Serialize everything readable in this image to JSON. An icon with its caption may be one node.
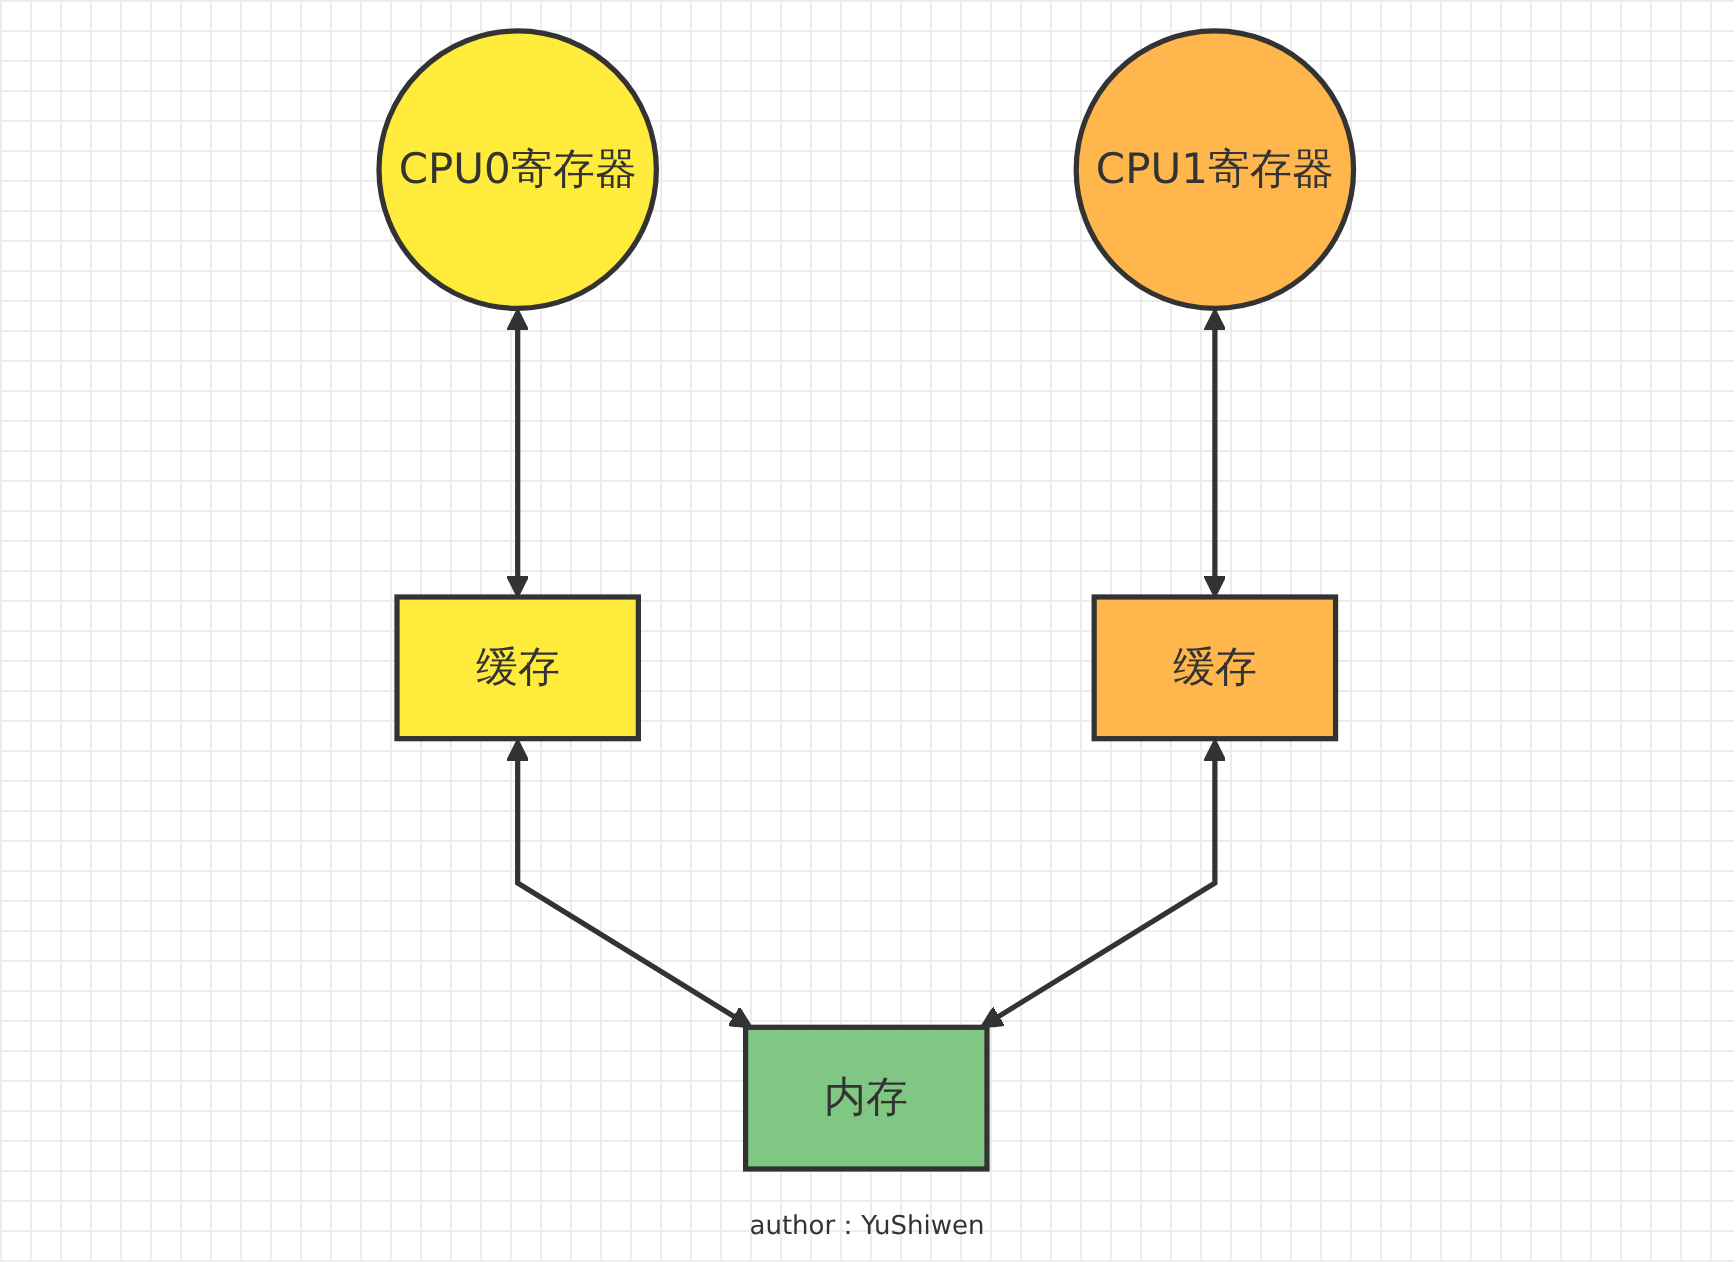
{
  "diagram": {
    "nodes": [
      {
        "text": [
          "CPU0寄存器"
        ]
      },
      {
        "text": [
          "CPU1寄存器"
        ]
      },
      {
        "text": [
          "缓存"
        ]
      },
      {
        "text": [
          "缓存"
        ]
      },
      {
        "text": [
          "内存"
        ]
      }
    ],
    "edges": [
      {
        "from": 0,
        "to": 2,
        "arrow": "both"
      },
      {
        "from": 1,
        "to": 3,
        "arrow": "both"
      },
      {
        "from": 2,
        "to": 4,
        "arrow": "both"
      },
      {
        "from": 3,
        "to": 4,
        "arrow": "both"
      }
    ],
    "labels": [
      "author：YuShiwen"
    ]
  }
}
